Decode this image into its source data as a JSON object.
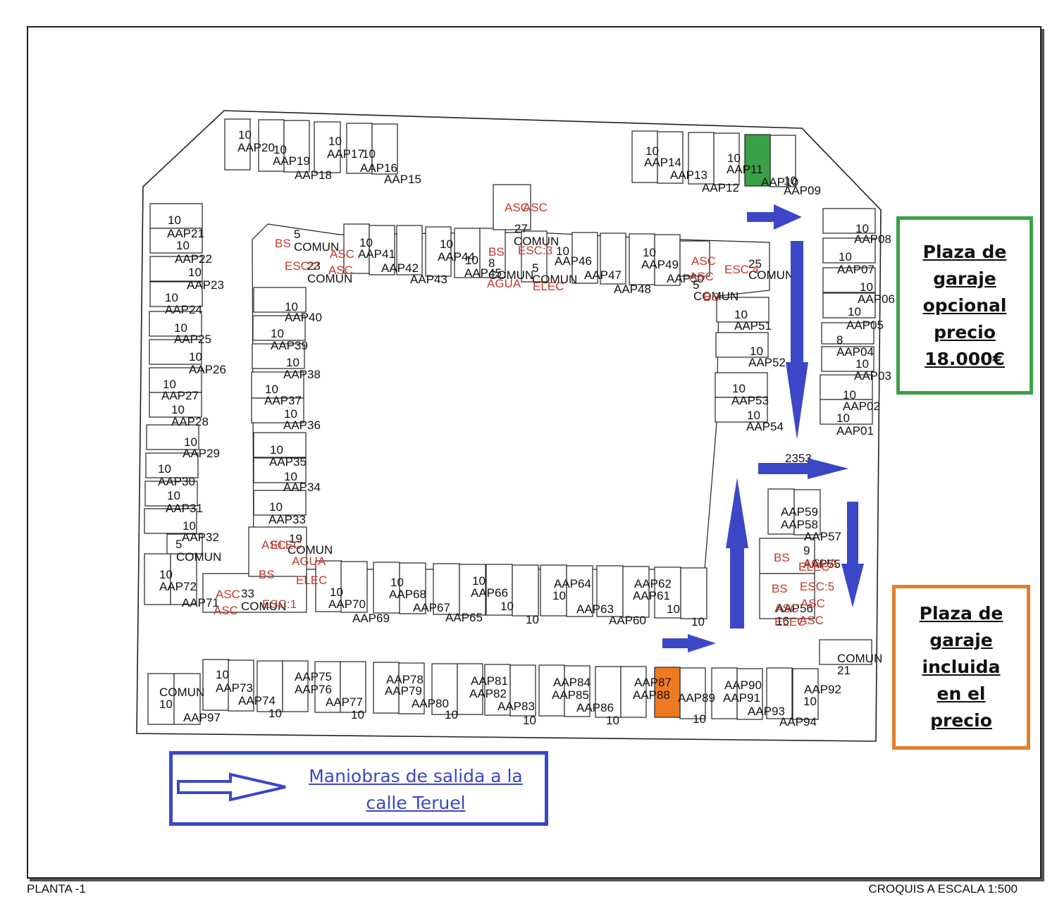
{
  "legend": {
    "optional_lines": [
      "Plaza de",
      "garaje",
      "opcional",
      "precio",
      "18.000€"
    ],
    "included_lines": [
      "Plaza de",
      "garaje",
      "incluida",
      "en el",
      "precio"
    ],
    "exit_lines": [
      "Maniobras de salida a la",
      "calle Teruel"
    ]
  },
  "footer": {
    "floor_label": "PLANTA -1",
    "scale_label": "CROQUIS A ESCALA 1:500"
  },
  "colors": {
    "optional_spot": "#3aa047",
    "included_spot": "#f07a22",
    "arrow": "#3b47c6",
    "service_text": "#c0392b"
  },
  "plan_labels": [
    "10",
    "AAP20",
    "10",
    "AAP19",
    "AAP18",
    "10",
    "AAP17",
    "10",
    "AAP16",
    "AAP15",
    "10",
    "AAP14",
    "AAP13",
    "10",
    "AAP11",
    "AAP12",
    "10",
    "AAP10",
    "AAP09",
    "10",
    "AAP21",
    "10",
    "AAP22",
    "10",
    "AAP23",
    "10",
    "AAP24",
    "10",
    "AAP25",
    "10",
    "AAP26",
    "10",
    "AAP27",
    "10",
    "AAP28",
    "10",
    "AAP29",
    "10",
    "AAP30",
    "10",
    "AAP31",
    "10",
    "AAP32",
    "5",
    "COMUN",
    "10",
    "AAP72",
    "AAP71",
    "5",
    "COMUN",
    "23",
    "COMUN",
    "10",
    "AAP41",
    "AAP42",
    "AAP43",
    "10",
    "AAP44",
    "10",
    "AAP45",
    "8",
    "COMUN",
    "27",
    "COMUN",
    "5",
    "COMUN",
    "10",
    "AAP46",
    "AAP47",
    "AAP48",
    "10",
    "AAP49",
    "AAP50",
    "25",
    "COMUN",
    "5",
    "COMUN",
    "10",
    "AAP40",
    "10",
    "AAP39",
    "10",
    "AAP38",
    "10",
    "AAP37",
    "10",
    "AAP36",
    "10",
    "AAP35",
    "10",
    "AAP34",
    "10",
    "AAP33",
    "19",
    "COMUN",
    "33",
    "COMUN",
    "10",
    "AAP51",
    "10",
    "AAP52",
    "10",
    "AAP53",
    "10",
    "AAP54",
    "2353",
    "10",
    "AAP08",
    "10",
    "AAP07",
    "10",
    "AAP06",
    "10",
    "AAP05",
    "8",
    "AAP04",
    "10",
    "AAP03",
    "10",
    "AAP02",
    "10",
    "AAP01",
    "10",
    "AAP70",
    "AAP69",
    "10",
    "AAP68",
    "AAP67",
    "10",
    "AAP66",
    "10",
    "AAP65",
    "AAP64",
    "10",
    "AAP63",
    "10",
    "AAP62",
    "AAP61",
    "10",
    "AAP60",
    "10",
    "AAP59",
    "AAP58",
    "AAP57",
    "9",
    "AAP55",
    "AAP56",
    "16",
    "COMUN",
    "21",
    "COMUN",
    "10",
    "AAP97",
    "10",
    "AAP73",
    "AAP74",
    "10",
    "AAP75",
    "AAP76",
    "AAP77",
    "10",
    "AAP78",
    "AAP79",
    "AAP80",
    "10",
    "AAP81",
    "AAP82",
    "AAP83",
    "10",
    "AAP84",
    "AAP85",
    "AAP86",
    "10",
    "AAP87",
    "AAP88",
    "AAP89",
    "10",
    "AAP90",
    "AAP91",
    "AAP92",
    "10",
    "AAP93",
    "AAP94",
    "10",
    "AAP96",
    "AAP95"
  ],
  "service_labels": [
    "ASC",
    "ASC",
    "BS",
    "ASC",
    "ESC:2",
    "ASC",
    "BS",
    "ESC:3",
    "AGUA",
    "ELEC",
    "ASC",
    "ASC",
    "ESC:4",
    "BS",
    "ASC",
    "ELEC",
    "AGUA",
    "BS",
    "ELEC",
    "ASC",
    "ASC",
    "ESC:1",
    "BS",
    "ELEC",
    "AGUA",
    "BS",
    "ESC:5",
    "ASC",
    "ASC",
    "ASC",
    "ELEC"
  ]
}
